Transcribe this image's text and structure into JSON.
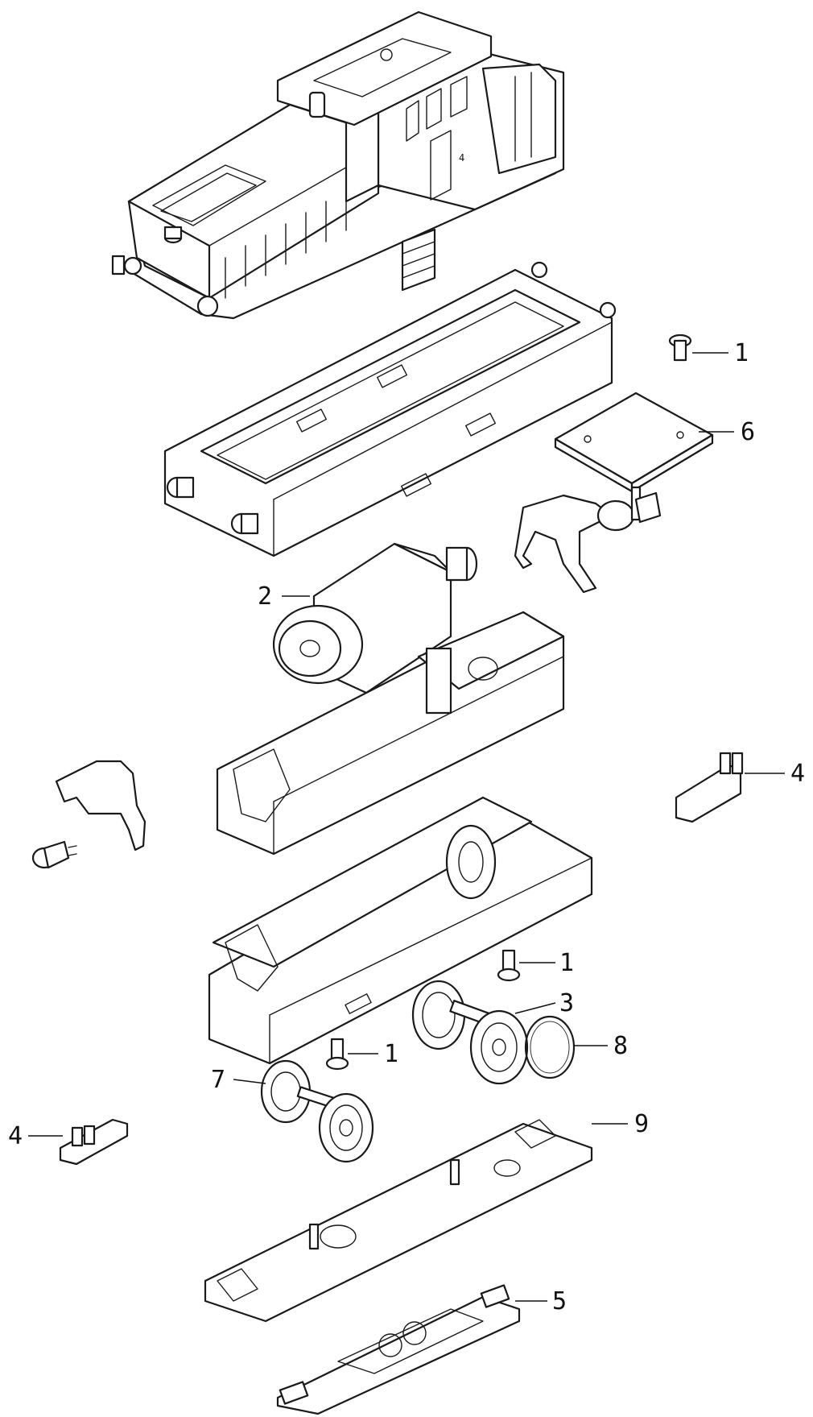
{
  "callouts": {
    "c1_top": "1",
    "c6": "6",
    "c2": "2",
    "c4_right": "4",
    "c1_mid": "1",
    "c3": "3",
    "c8": "8",
    "c1_low": "1",
    "c7": "7",
    "c9": "9",
    "c4_left": "4",
    "c5": "5"
  },
  "cab_number": "4",
  "colors": {
    "line": "#1a1a1a",
    "background": "#ffffff"
  }
}
